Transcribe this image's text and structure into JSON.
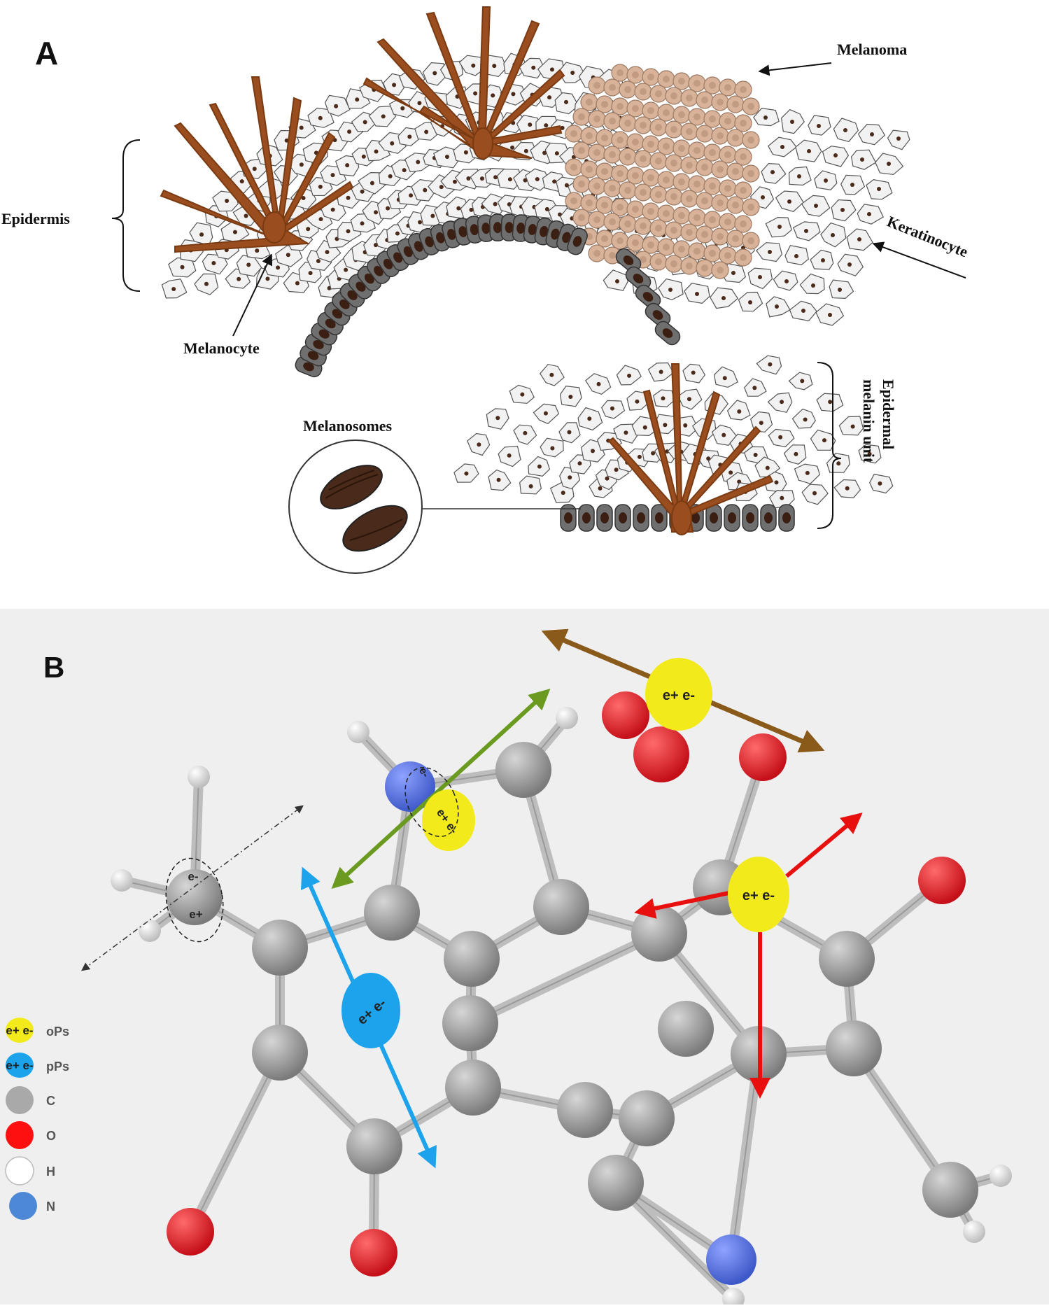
{
  "panel_a": {
    "letter": "A",
    "labels": {
      "epidermis": "Epidermis",
      "melanocyte": "Melanocyte",
      "melanoma": "Melanoma",
      "keratinocyte": "Keratinocyte",
      "melanosomes": "Melanosomes",
      "emu_line1": "Epidermal",
      "emu_line2": "melanin unit"
    },
    "colors": {
      "keratinocyte_fill": "#f2f2f2",
      "basal_cell": "#6f6f6f",
      "melanocyte": "#9a4e1f",
      "melanoma_cell": "#d8b39a",
      "melanosome": "#4a2a1a"
    }
  },
  "panel_b": {
    "letter": "B",
    "pair_labels": {
      "ops_main": "e+ e-",
      "ops_nitrogen": "e+ e-",
      "pps": "e+ e-",
      "electron": "e-",
      "positron": "e+",
      "nitrogen_electron": "e-"
    },
    "legend": [
      {
        "symbol": "e+ e-",
        "label": "oPs",
        "color": "#f2ea1a"
      },
      {
        "symbol": "e+ e-",
        "label": "pPs",
        "color": "#1ca3ec"
      },
      {
        "symbol": "",
        "label": "C",
        "color": "#a9a9a9"
      },
      {
        "symbol": "",
        "label": "O",
        "color": "#ff1010"
      },
      {
        "symbol": "",
        "label": "H",
        "color": "#ffffff"
      },
      {
        "symbol": "",
        "label": "N",
        "color": "#4d88d6"
      }
    ],
    "colors": {
      "carbon": "#8e8e8e",
      "oxygen": "#e8202a",
      "hydrogen": "#f4f4f4",
      "nitrogen": "#5b78e6",
      "ops": "#f2ea1a",
      "pps": "#1ca3ec",
      "arrow_red": "#e80f0f",
      "arrow_blue": "#1ca3ec",
      "arrow_green": "#6a9a1f",
      "arrow_brown": "#8a5a1a"
    }
  }
}
